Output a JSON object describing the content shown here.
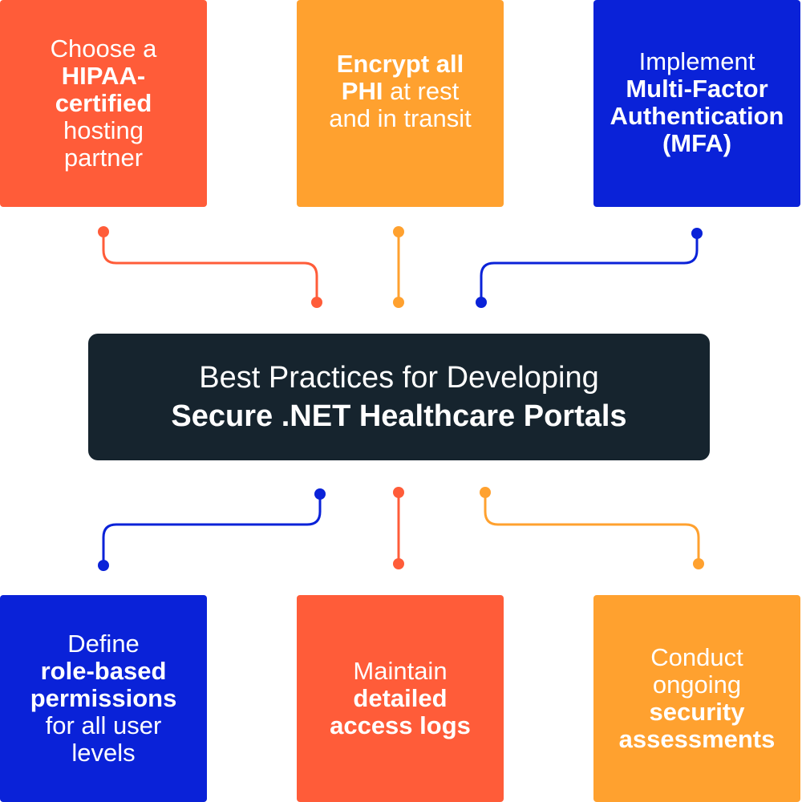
{
  "colors": {
    "red": "#ff5c39",
    "orange": "#ffa12f",
    "blue": "#0a22d8",
    "dark": "#16242e"
  },
  "title": {
    "line1": "Best Practices for Developing",
    "line2": "Secure .NET Healthcare Portals"
  },
  "boxes": [
    {
      "lines": [
        [
          "Choose a",
          ""
        ],
        [
          "",
          "HIPAA-"
        ],
        [
          "",
          "certified"
        ],
        [
          "hosting",
          ""
        ],
        [
          "partner",
          ""
        ]
      ]
    },
    {
      "lines": [
        [
          "",
          "Encrypt all"
        ],
        [
          "at rest",
          "PHI "
        ],
        [
          "and in transit",
          ""
        ]
      ]
    },
    {
      "lines": [
        [
          "Implement",
          ""
        ],
        [
          "",
          "Multi-Factor"
        ],
        [
          "",
          "Authentication"
        ],
        [
          "",
          "(MFA)"
        ]
      ]
    },
    {
      "lines": [
        [
          "Define",
          ""
        ],
        [
          "",
          "role-based"
        ],
        [
          "",
          "permissions"
        ],
        [
          "for all user",
          ""
        ],
        [
          "levels",
          ""
        ]
      ]
    },
    {
      "lines": [
        [
          "Maintain",
          ""
        ],
        [
          "",
          "detailed"
        ],
        [
          "",
          "access logs"
        ]
      ]
    },
    {
      "lines": [
        [
          "Conduct",
          ""
        ],
        [
          "ongoing",
          ""
        ],
        [
          "",
          "security"
        ],
        [
          "",
          "assessments"
        ]
      ]
    }
  ]
}
